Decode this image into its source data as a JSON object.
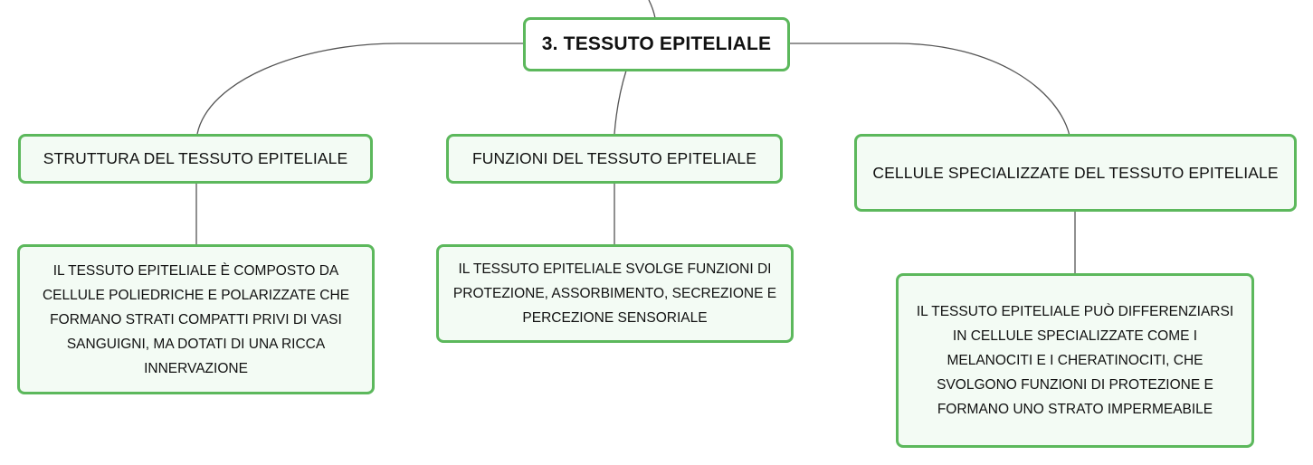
{
  "map": {
    "root": {
      "label": "3. TESSUTO EPITELIALE"
    },
    "branches": [
      {
        "topic": "STRUTTURA DEL TESSUTO EPITELIALE",
        "detail": "IL TESSUTO EPITELIALE È COMPOSTO DA CELLULE POLIEDRICHE E POLARIZZATE CHE FORMANO STRATI COMPATTI PRIVI DI VASI SANGUIGNI, MA DOTATI DI UNA RICCA INNERVAZIONE"
      },
      {
        "topic": "FUNZIONI DEL TESSUTO EPITELIALE",
        "detail": "IL TESSUTO EPITELIALE SVOLGE FUNZIONI DI PROTEZIONE, ASSORBIMENTO, SECREZIONE E PERCEZIONE SENSORIALE"
      },
      {
        "topic": "CELLULE SPECIALIZZATE DEL TESSUTO EPITELIALE",
        "detail": "IL TESSUTO EPITELIALE PUÒ DIFFERENZIARSI IN CELLULE SPECIALIZZATE COME I MELANOCITI E I CHERATINOCITI, CHE SVOLGONO FUNZIONI DI PROTEZIONE E FORMANO UNO STRATO IMPERMEABILE"
      }
    ]
  },
  "colors": {
    "node_border": "#5cb85c",
    "node_fill": "#f3fbf4",
    "connector": "#555555",
    "text": "#111111"
  }
}
